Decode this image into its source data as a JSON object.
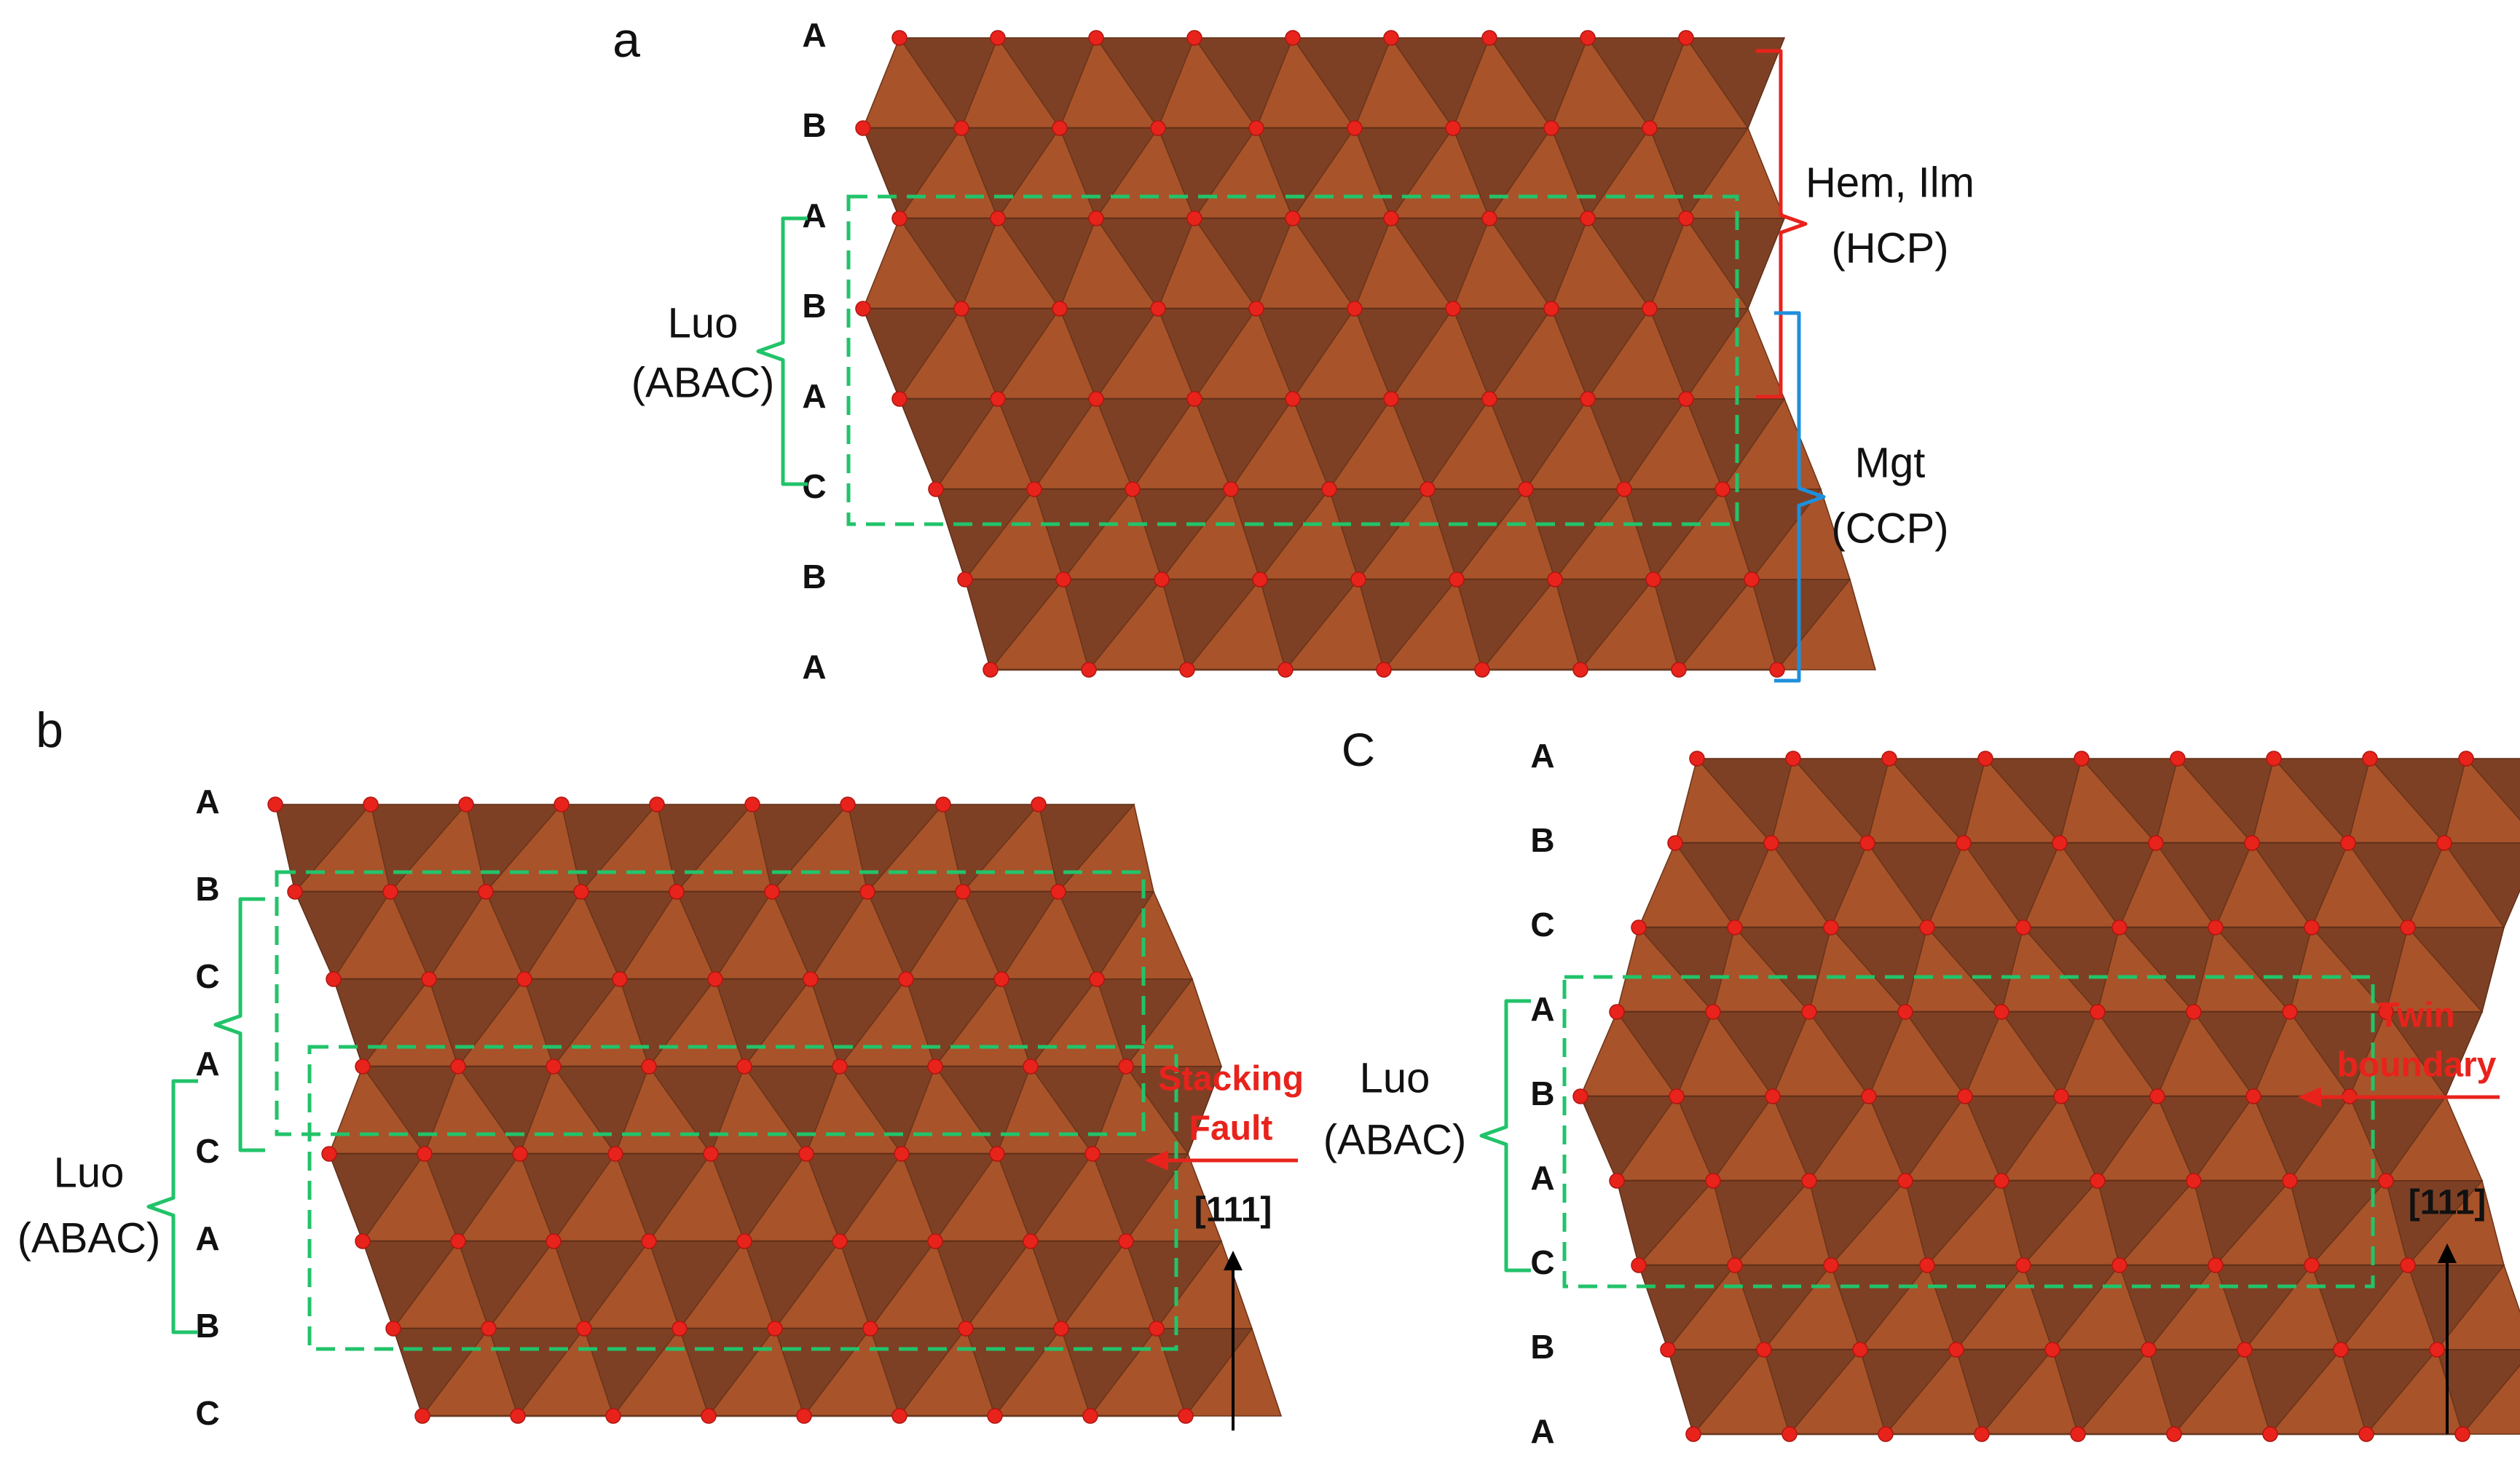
{
  "colors": {
    "face_light": "#A8532A",
    "face_dark": "#7E4024",
    "atom": "#E8231C",
    "luo_bracket": "#22C36A",
    "hcp_bracket": "#E8231C",
    "ccp_bracket": "#1E8FDC",
    "annotation": "#E8231C",
    "text": "#111111"
  },
  "panels": [
    {
      "id": "a",
      "label": "a",
      "layers": [
        "A",
        "B",
        "A",
        "B",
        "A",
        "C",
        "B",
        "A"
      ],
      "luo": {
        "name": "Luo",
        "sequence": "(ABAC)"
      },
      "hcp": {
        "name": "Hem, Ilm",
        "type": "(HCP)"
      },
      "ccp": {
        "name": "Mgt",
        "type": "(CCP)"
      }
    },
    {
      "id": "b",
      "label": "b",
      "layers": [
        "A",
        "B",
        "C",
        "A",
        "C",
        "A",
        "B",
        "C"
      ],
      "luo": {
        "name": "Luo",
        "sequence": "(ABAC)"
      },
      "annotation": [
        "Stacking",
        "Fault"
      ],
      "direction": "[111]"
    },
    {
      "id": "c",
      "label": "C",
      "layers": [
        "A",
        "B",
        "C",
        "A",
        "B",
        "A",
        "C",
        "B",
        "A"
      ],
      "luo": {
        "name": "Luo",
        "sequence": "(ABAC)"
      },
      "annotation": [
        "Twin",
        "boundary"
      ],
      "direction": "[111]"
    }
  ]
}
